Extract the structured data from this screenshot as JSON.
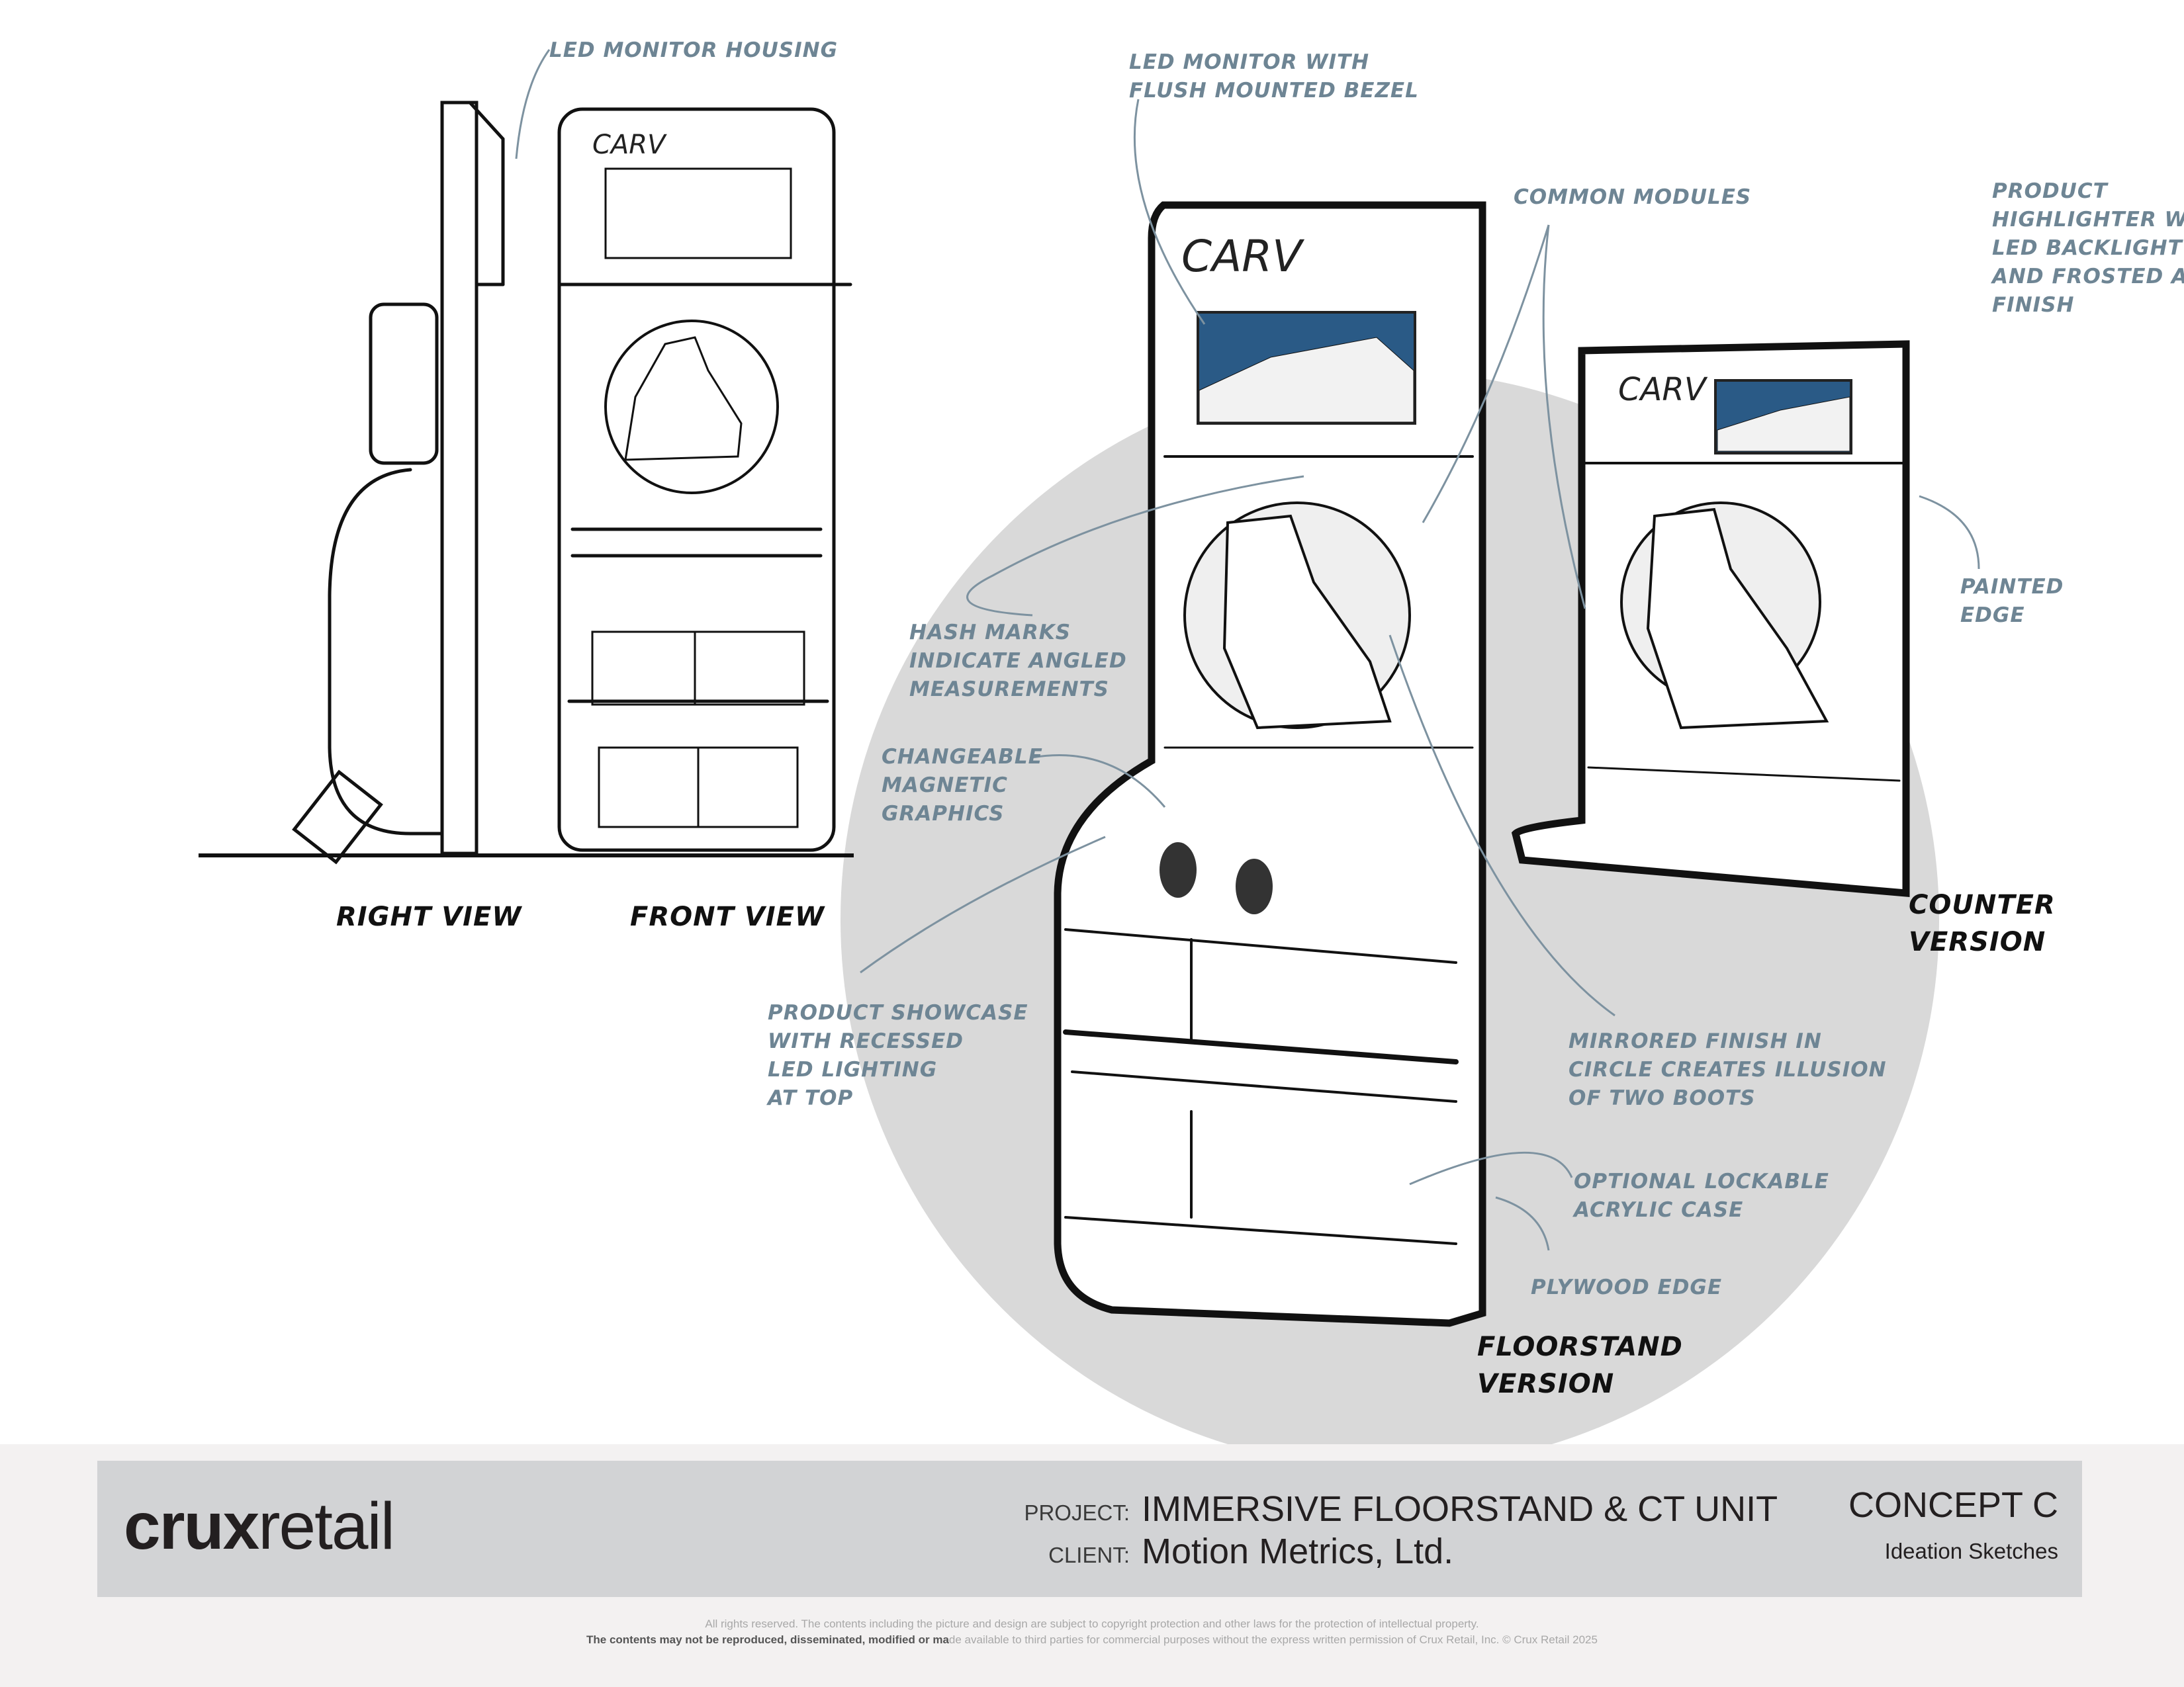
{
  "annotations": {
    "led_monitor_housing": "LED MONITOR HOUSING",
    "led_monitor_bezel": "LED MONITOR WITH\nFLUSH MOUNTED BEZEL",
    "common_modules": "COMMON MODULES",
    "product_highlighter": "PRODUCT\nHIGHLIGHTER WITH\nLED BACKLIGHT E\nAND FROSTED ACR\nFINISH",
    "painted_edge": "PAINTED\nEDGE",
    "hash_marks": "HASH MARKS\nINDICATE ANGLED\nMEASUREMENTS",
    "changeable_graphics": "CHANGEABLE\nMAGNETIC\nGRAPHICS",
    "product_showcase": "PRODUCT SHOWCASE\nWITH RECESSED\nLED LIGHTING\nAT TOP",
    "mirrored_finish": "MIRRORED FINISH IN\nCIRCLE CREATES ILLUSION\nOF TWO BOOTS",
    "lockable_case": "OPTIONAL LOCKABLE\nACRYLIC CASE",
    "plywood_edge": "PLYWOOD EDGE"
  },
  "view_labels": {
    "right_view": "RIGHT VIEW",
    "front_view": "FRONT VIEW",
    "counter_version": "COUNTER\nVERSION",
    "floorstand_version": "FLOORSTAND\nVERSION"
  },
  "brand_mark": "CARV",
  "title_block": {
    "logo_bold": "crux",
    "logo_light": "retail",
    "project_label": "PROJECT:",
    "project_value": "IMMERSIVE FLOORSTAND & CT UNIT",
    "client_label": "CLIENT:",
    "client_value": "Motion Metrics, Ltd.",
    "concept": "CONCEPT C",
    "subtitle": "Ideation Sketches"
  },
  "legal": {
    "line1": "All rights reserved. The contents including the picture and design are subject to copyright protection and other laws for the protection of intellectual property.",
    "line2_bold": "The contents may not be reproduced, disseminated, modified or ma",
    "line2_rest": "de available to third parties for commercial purposes without the express written permission of Crux Retail, Inc. © Crux Retail 2025"
  },
  "colors": {
    "annotation": "#6e8594",
    "painted_edge": "#52b3ea",
    "plywood": "#e0c79a",
    "backdrop_circle": "#d9d9d9",
    "title_block": "#d2d3d5"
  }
}
